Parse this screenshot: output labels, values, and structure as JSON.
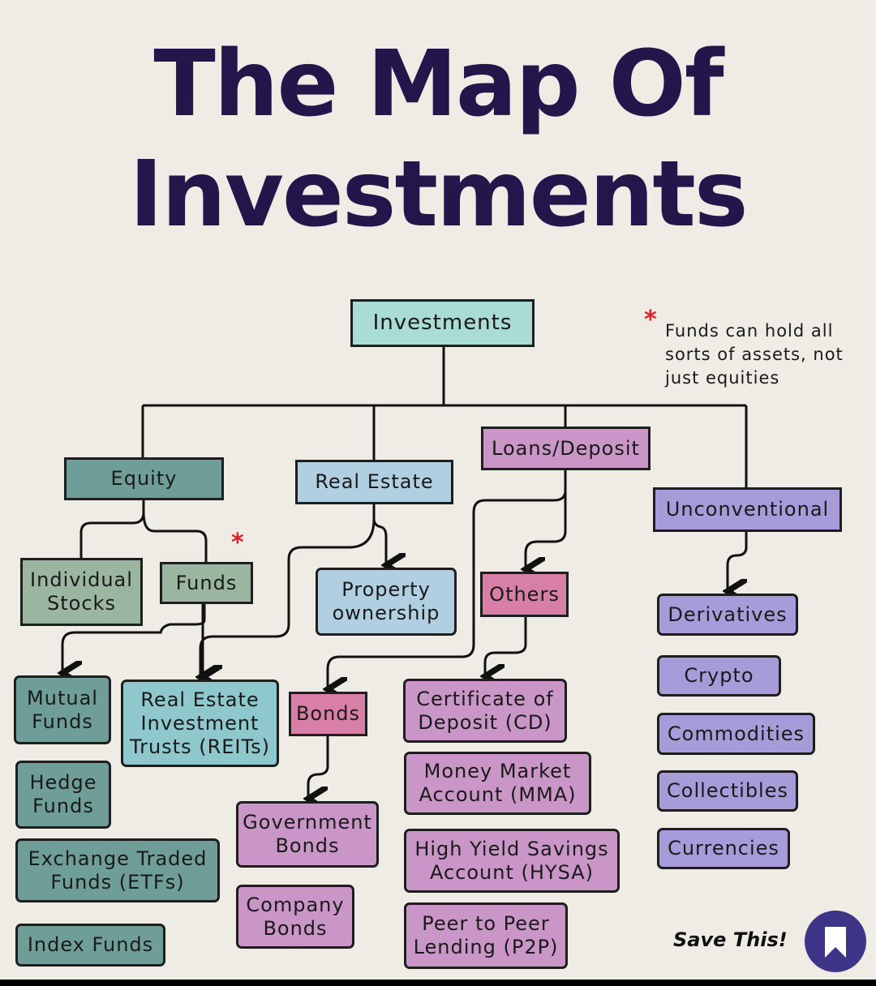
{
  "title": {
    "line1": "The Map Of",
    "line2": "Investments"
  },
  "note": {
    "marker": "*",
    "text": "Funds can hold all sorts of assets, not just equities"
  },
  "nodes": {
    "investments": "Investments",
    "equity": "Equity",
    "real_estate": "Real Estate",
    "loans_deposit": "Loans/Deposit",
    "unconventional": "Unconventional",
    "individual_stocks": "Individual Stocks",
    "funds": "Funds",
    "property_ownership": "Property ownership",
    "others": "Others",
    "mutual_funds": "Mutual Funds",
    "reits": "Real Estate Investment Trusts (REITs)",
    "bonds": "Bonds",
    "cd": "Certificate of Deposit (CD)",
    "mma": "Money Market Account (MMA)",
    "hysa": "High Yield Savings Account (HYSA)",
    "p2p": "Peer to Peer Lending (P2P)",
    "hedge_funds": "Hedge Funds",
    "etfs": "Exchange Traded Funds (ETFs)",
    "index_funds": "Index Funds",
    "government_bonds": "Government Bonds",
    "company_bonds": "Company Bonds",
    "derivatives": "Derivatives",
    "crypto": "Crypto",
    "commodities": "Commodities",
    "collectibles": "Collectibles",
    "currencies": "Currencies"
  },
  "footer": {
    "save_label": "Save This!",
    "icon": "bookmark-icon"
  },
  "colors": {
    "title": "#22164a",
    "accent": "#3e3488",
    "asterisk": "#e0202a"
  }
}
